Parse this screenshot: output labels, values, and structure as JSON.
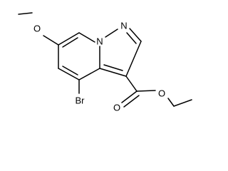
{
  "molecule": {
    "atoms": [
      {
        "id": "n_bridge",
        "label": "N"
      },
      {
        "id": "n_pyrazole",
        "label": "N"
      },
      {
        "id": "o_methoxy",
        "label": "O"
      },
      {
        "id": "br",
        "label": "Br"
      },
      {
        "id": "o_carbonyl",
        "label": "O"
      },
      {
        "id": "o_ester",
        "label": "O"
      }
    ]
  }
}
